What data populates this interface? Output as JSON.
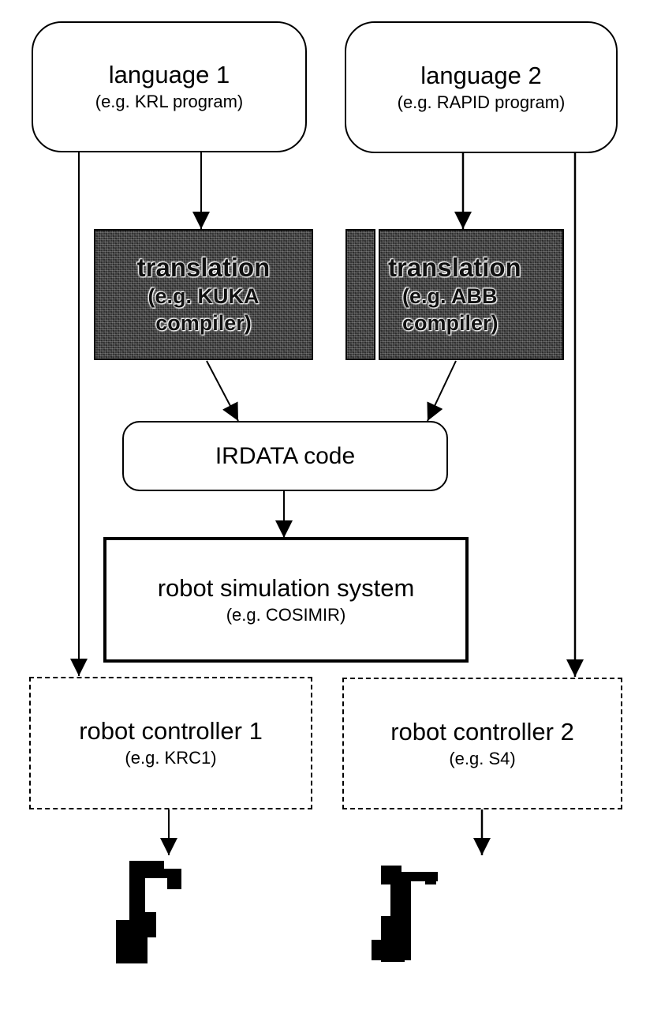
{
  "diagram": {
    "language1": {
      "title": "language 1",
      "subtitle": "(e.g. KRL program)"
    },
    "language2": {
      "title": "language 2",
      "subtitle": "(e.g. RAPID program)"
    },
    "translation1": {
      "title": "translation",
      "line2": "(e.g. KUKA",
      "line3": "compiler)"
    },
    "translation2": {
      "title": "translation",
      "line2": "(e.g. ABB",
      "line3": "compiler)"
    },
    "irdata": {
      "title": "IRDATA code"
    },
    "simulation": {
      "title": "robot simulation system",
      "subtitle": "(e.g. COSIMIR)"
    },
    "controller1": {
      "title": "robot controller 1",
      "subtitle": "(e.g. KRC1)"
    },
    "controller2": {
      "title": "robot controller 2",
      "subtitle": "(e.g. S4)"
    },
    "robots": [
      "KUKA robot",
      "ABB robot"
    ],
    "edges": [
      {
        "from": "language1",
        "to": "translation1"
      },
      {
        "from": "language1",
        "to": "controller1"
      },
      {
        "from": "language2",
        "to": "translation2"
      },
      {
        "from": "language2",
        "to": "controller2"
      },
      {
        "from": "translation1",
        "to": "irdata"
      },
      {
        "from": "translation2",
        "to": "irdata"
      },
      {
        "from": "irdata",
        "to": "simulation"
      },
      {
        "from": "controller1",
        "to": "robot1"
      },
      {
        "from": "controller2",
        "to": "robot2"
      }
    ]
  }
}
